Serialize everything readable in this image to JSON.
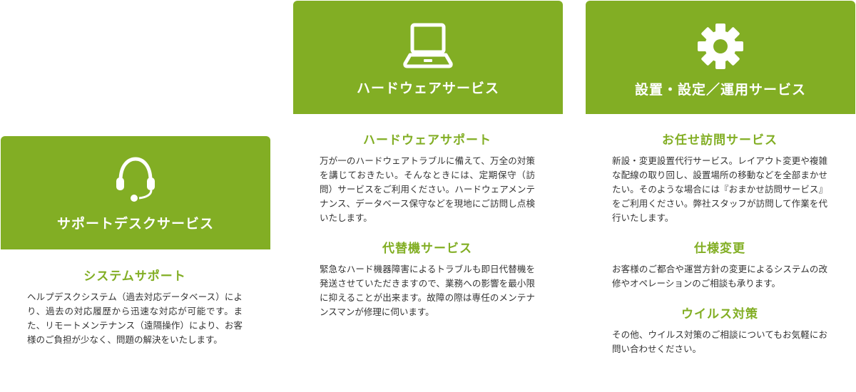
{
  "services": [
    {
      "title": "サポートデスクサービス",
      "icon": "headset-icon",
      "sections": [
        {
          "title": "システムサポート",
          "body": "ヘルプデスクシステム（過去対応データベース）により、過去の対応履歴から迅速な対応が可能です。また、リモートメンテナンス（遠隔操作）により、お客様のご負担が少なく、問題の解決をいたします。"
        }
      ]
    },
    {
      "title": "ハードウェアサービス",
      "icon": "laptop-icon",
      "sections": [
        {
          "title": "ハードウェアサポート",
          "body": "万が一のハードウェアトラブルに備えて、万全の対策を講じておきたい。そんなときには、定期保守（訪問）サービスをご利用ください。ハードウェアメンテナンス、データベース保守などを現地にご訪問し点検いたします。"
        },
        {
          "title": "代替機サービス",
          "body": "緊急なハード機器障害によるトラブルも即日代替機を発送させていただきますので、業務への影響を最小限に抑えることが出来ます。故障の際は専任のメンテナンスマンが修理に伺います。"
        }
      ]
    },
    {
      "title": "設置・設定／運用サービス",
      "icon": "gear-icon",
      "sections": [
        {
          "title": "お任せ訪問サービス",
          "body": "新設・変更設置代行サービス。レイアウト変更や複雑な配線の取り回し、設置場所の移動などを全部まかせたい。そのような場合には『おまかせ訪問サービス』をご利用ください。弊社スタッフが訪問して作業を代行いたします。"
        },
        {
          "title": "仕様変更",
          "body": "お客様のご都合や運営方針の変更によるシステムの改修やオペレーションのご相談も承ります。"
        },
        {
          "title": "ウイルス対策",
          "body": "その他、ウイルス対策のご相談についてもお気軽にお問い合わせください。"
        }
      ]
    }
  ],
  "colors": {
    "accent": "#82ae24",
    "text": "#333333",
    "background": "#ffffff"
  }
}
